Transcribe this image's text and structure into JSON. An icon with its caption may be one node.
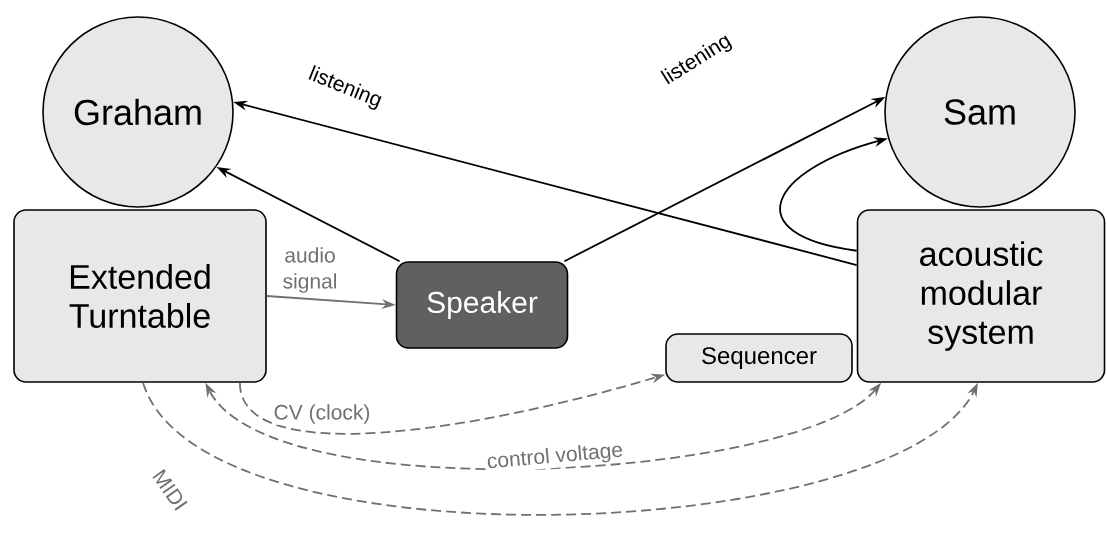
{
  "diagram": {
    "nodes": [
      {
        "text": [
          "Graham"
        ]
      },
      {
        "text": [
          "Sam"
        ]
      },
      {
        "text": [
          "Extended Turntable"
        ]
      },
      {
        "text": [
          "Speaker"
        ]
      },
      {
        "text": [
          "Sequencer"
        ]
      },
      {
        "text": [
          "acoustic modular system"
        ]
      }
    ],
    "edges": [
      {
        "from": 3,
        "to": 0,
        "arrow": "to"
      },
      {
        "from": 5,
        "to": 0,
        "arrow": "to",
        "label": "listening"
      },
      {
        "from": 3,
        "to": 1,
        "arrow": "to",
        "label": "listening"
      },
      {
        "from": 5,
        "to": 1,
        "arrow": "to"
      },
      {
        "from": 2,
        "to": 3,
        "arrow": "to",
        "label": "audio signal",
        "color": "#707070"
      },
      {
        "from": 2,
        "to": 4,
        "arrow": "to",
        "label": "CV (clock)",
        "style": "dashed",
        "color": "#707070"
      },
      {
        "from": 5,
        "to": 2,
        "arrow": "both",
        "label": "control voltage",
        "style": "dashed",
        "color": "#707070"
      },
      {
        "from": 2,
        "to": 5,
        "arrow": "to",
        "label": "MIDI",
        "style": "dashed",
        "color": "#707070"
      }
    ]
  }
}
